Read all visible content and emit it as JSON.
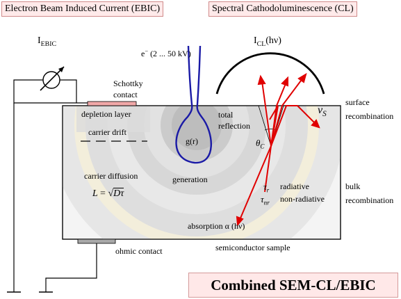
{
  "headers": {
    "ebic": "Electron Beam Induced Current (EBIC)",
    "cl": "Spectral Cathodoluminescence (CL)"
  },
  "labels": {
    "i_ebic_main": "I",
    "i_ebic_sub": "EBIC",
    "beam_prefix": "e",
    "beam_sup": "−",
    "beam_energy": "(2 ... 50 kV)",
    "i_cl_main": "I",
    "i_cl_sub": "CL",
    "i_cl_arg": "(hν)",
    "schottky": "Schottky",
    "contact": "contact",
    "depletion_layer": "depletion layer",
    "carrier_drift": "carrier drift",
    "carrier_diffusion": "carrier diffusion",
    "diffusion_formula_lhs": "L",
    "diffusion_formula_eq": "=",
    "diffusion_formula_rhs": "Dτ",
    "g_of_r": "g(r)",
    "generation": "generation",
    "total": "total",
    "reflection": "reflection",
    "theta": "θ",
    "theta_sub": "C",
    "tau": "τ",
    "tau_r_sub": "r",
    "radiative": "radiative",
    "tau_nr_sub": "nr",
    "non_radiative": "non-radiative",
    "surface": "surface",
    "recombination": "recombination",
    "nu": "ν",
    "nu_sub": "S",
    "bulk": "bulk",
    "absorption": "absorption α (hν)",
    "ohmic_contact": "ohmic contact",
    "semiconductor_sample": "semiconductor sample"
  },
  "banner": "Combined SEM-CL/EBIC",
  "colors": {
    "beam": "#1a1aa6",
    "rays": "#e00000",
    "sample_fill": "#f2f2f2",
    "schottky": "#f0a8a8",
    "ohmic": "#a8a8a8",
    "header_bg": "#ffeaea"
  }
}
